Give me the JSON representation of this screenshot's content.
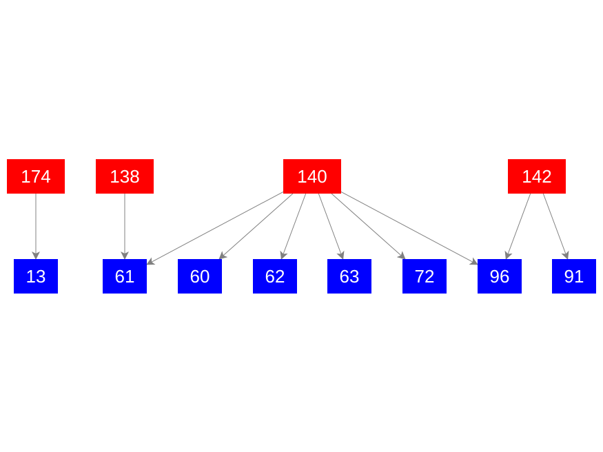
{
  "graph": {
    "colors": {
      "source": "#ff0000",
      "target": "#0000ff",
      "edge": "#808080",
      "label": "#ffffff",
      "background": "#ffffff"
    },
    "source_nodes": [
      {
        "id": "174",
        "label": "174"
      },
      {
        "id": "138",
        "label": "138"
      },
      {
        "id": "140",
        "label": "140"
      },
      {
        "id": "142",
        "label": "142"
      }
    ],
    "target_nodes": [
      {
        "id": "13",
        "label": "13"
      },
      {
        "id": "61",
        "label": "61"
      },
      {
        "id": "60",
        "label": "60"
      },
      {
        "id": "62",
        "label": "62"
      },
      {
        "id": "63",
        "label": "63"
      },
      {
        "id": "72",
        "label": "72"
      },
      {
        "id": "96",
        "label": "96"
      },
      {
        "id": "91",
        "label": "91"
      }
    ],
    "edges": [
      {
        "from": "174",
        "to": "13"
      },
      {
        "from": "138",
        "to": "61"
      },
      {
        "from": "140",
        "to": "61"
      },
      {
        "from": "140",
        "to": "60"
      },
      {
        "from": "140",
        "to": "62"
      },
      {
        "from": "140",
        "to": "63"
      },
      {
        "from": "140",
        "to": "72"
      },
      {
        "from": "140",
        "to": "96"
      },
      {
        "from": "142",
        "to": "96"
      },
      {
        "from": "142",
        "to": "91"
      }
    ]
  }
}
